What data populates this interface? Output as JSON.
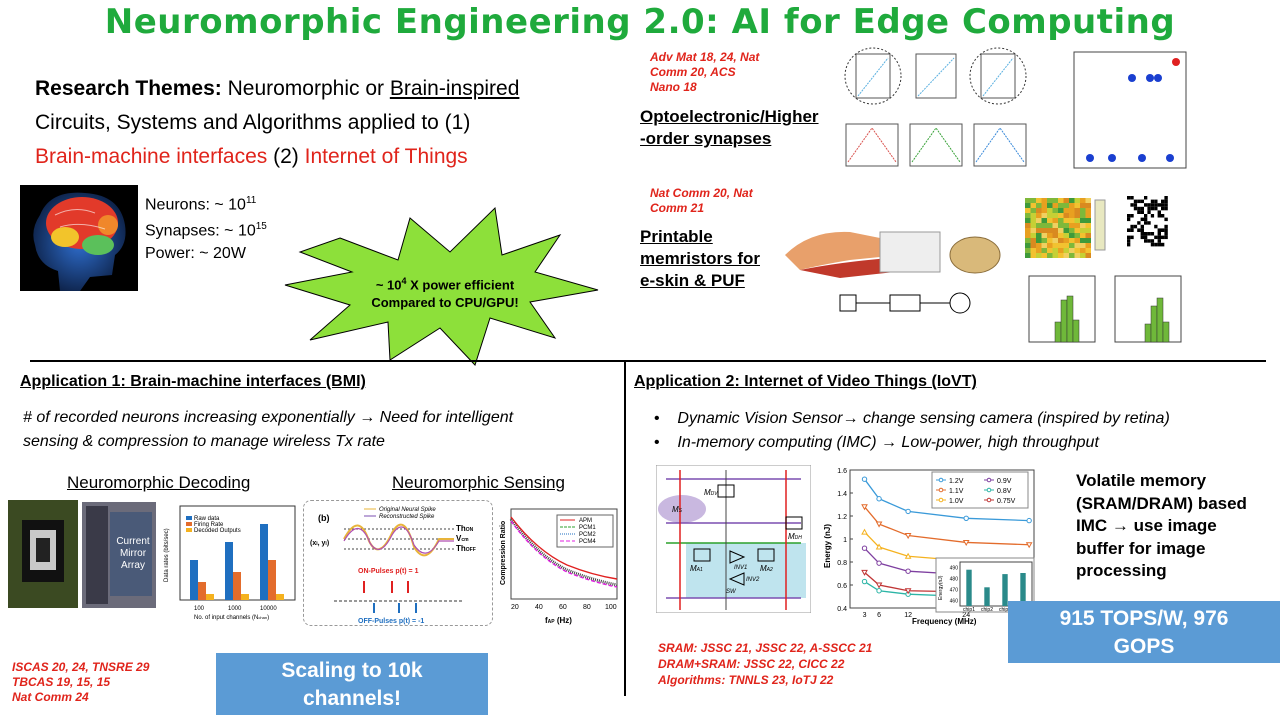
{
  "title": "Neuromorphic Engineering 2.0: AI for Edge Computing",
  "themes": {
    "label": "Research  Themes:",
    "line1_rest": " Neuromorphic or ",
    "line1_u": "Brain-inspired",
    "line2": "Circuits, Systems and Algorithms applied to (1)",
    "line3_red1": "Brain-machine interfaces",
    "line3_mid": " (2) ",
    "line3_red2": "Internet of Things"
  },
  "brain_stats": {
    "neurons_label": "Neurons: ~ 10",
    "neurons_exp": "11",
    "synapses_label": "Synapses: ~ 10",
    "synapses_exp": "15",
    "power": "Power: ~ 20W"
  },
  "starburst": {
    "line1_pre": "~ 10",
    "line1_exp": "4",
    "line1_post": " X power efficient",
    "line2": "Compared to CPU/GPU!"
  },
  "top_right": {
    "cite1": [
      "Adv Mat 18, 24, Nat",
      "Comm 20, ACS",
      "Nano 18"
    ],
    "head1": [
      "Optoelectronic/Higher",
      "-order synapses"
    ],
    "cite2": [
      "Nat Comm 20, Nat",
      "Comm 21"
    ],
    "head2": [
      "Printable",
      "memristors for",
      "e-skin & PUF"
    ]
  },
  "app1": {
    "title": "Application 1: Brain-machine interfaces (BMI)",
    "desc_line1": "# of recorded neurons increasing exponentially → Need for intelligent",
    "desc_line2": "sensing & compression to manage wireless Tx rate",
    "decoding_title": "Neuromorphic Decoding",
    "sensing_title": "Neuromorphic Sensing",
    "chip_label": [
      "Current",
      "Mirror",
      "Array"
    ],
    "bar_legend": [
      "Raw data",
      "Firing Rate",
      "Decoded Outputs"
    ],
    "bar_xlabel": "No. of input channels (N",
    "bar_xlabel_sub": "chan",
    "bar_ylabel": "Data rates (bits/sec)",
    "bar_ticks": [
      "100",
      "1000",
      "10000"
    ],
    "sensing_labels": {
      "b": "(b)",
      "orig": "Original Neural Spike",
      "recon": "Reconstructed Spike",
      "th_on": "Th",
      "th_on_sub": "ON",
      "vcm": "V",
      "vcm_sub": "cm",
      "th_off": "Th",
      "th_off_sub": "OFF",
      "xy": "(x",
      "on_pulses": "ON-Pulses p(t) = 1",
      "off_pulses": "OFF-Pulses p(t) = -1"
    },
    "cr_chart": {
      "ylabel": "Compression Ratio",
      "xlabel": "f",
      "xlabel_sub": "AP",
      "xlabel_unit": " (Hz)",
      "xticks": [
        "20",
        "40",
        "60",
        "80",
        "100"
      ],
      "legend": [
        "APM",
        "PCM1",
        "PCM2",
        "PCM4"
      ]
    },
    "cites": [
      "ISCAS 20, 24, TNSRE 29",
      "TBCAS 19, 15, 15",
      "Nat Comm 24"
    ],
    "callout": [
      "Scaling to 10k",
      "channels!"
    ]
  },
  "app2": {
    "title": "Application 2: Internet of Video Things (IoVT)",
    "bullet1": "Dynamic Vision Sensor→ change sensing camera (inspired by retina)",
    "bullet2": "In-memory computing (IMC) → Low-power, high throughput",
    "volatile": [
      "Volatile memory",
      "(SRAM/DRAM) based",
      "IMC → use image",
      "buffer for image",
      "processing"
    ],
    "callout": [
      "915 TOPS/W, 976",
      "GOPS"
    ],
    "cites": [
      "SRAM: JSSC 21, JSSC 22, A-SSCC 21",
      "DRAM+SRAM: JSSC 22, CICC 22",
      "Algorithms: TNNLS 23, IoTJ 22"
    ],
    "circuit_labels": [
      "M",
      "DV",
      "M",
      "S",
      "M",
      "DH",
      "M",
      "A1",
      "M",
      "A2",
      "INV1",
      "INV2",
      "SW"
    ]
  },
  "chart_data": {
    "type": "line",
    "xlabel": "Frequency (MHz)",
    "ylabel": "Energy (nJ)",
    "x": [
      3,
      6,
      12,
      24,
      37
    ],
    "xticks": [
      "3",
      "6",
      "12",
      "24"
    ],
    "yticks": [
      "0.4",
      "0.6",
      "0.8",
      "1",
      "1.2",
      "1.4",
      "1.6"
    ],
    "ylim": [
      0.4,
      1.6
    ],
    "series": [
      {
        "name": "1.2V",
        "color": "#3a9ad9",
        "marker": "circle",
        "values": [
          1.52,
          1.35,
          1.24,
          1.18,
          1.16
        ]
      },
      {
        "name": "1.1V",
        "color": "#e36c2c",
        "marker": "tri-down",
        "values": [
          1.28,
          1.13,
          1.03,
          0.97,
          0.95
        ]
      },
      {
        "name": "1.0V",
        "color": "#f5b21f",
        "marker": "tri-up",
        "values": [
          1.06,
          0.93,
          0.85,
          0.81,
          0.8
        ]
      },
      {
        "name": "0.9V",
        "color": "#7e3fa0",
        "marker": "circle",
        "values": [
          0.92,
          0.79,
          0.72,
          0.69,
          0.68
        ]
      },
      {
        "name": "0.8V",
        "color": "#2cb5a6",
        "marker": "circle",
        "values": [
          0.63,
          0.55,
          0.52,
          0.5,
          0.5
        ]
      },
      {
        "name": "0.75V",
        "color": "#c03535",
        "marker": "tri-down",
        "values": [
          0.71,
          0.6,
          0.55,
          0.54,
          0.53
        ]
      }
    ],
    "inset": {
      "ylabel": "Energy(nJ)",
      "categories": [
        "chip1",
        "chip2",
        "chip3",
        "chip4"
      ],
      "yticks": [
        "460",
        "470",
        "480",
        "490"
      ],
      "values": [
        488,
        472,
        484,
        485
      ]
    }
  }
}
